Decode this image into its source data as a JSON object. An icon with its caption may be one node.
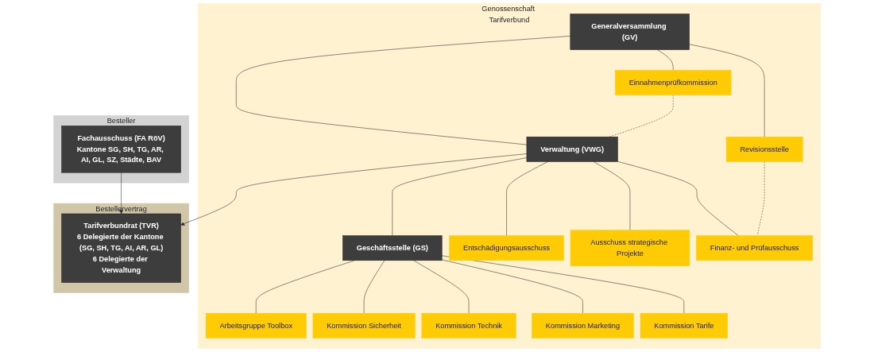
{
  "diagram": {
    "nodes": [
      {
        "text": [
          "Genossenschaft Tarifverbund"
        ]
      },
      {
        "text": [
          "Generalversammlung (GV)"
        ],
        "in": 0
      },
      {
        "text": [
          "Revisionsstelle"
        ],
        "in": 0
      },
      {
        "text": [
          "Einnahmenprüfkommission"
        ],
        "in": 0
      },
      {
        "text": [
          "Verwaltung (VWG)"
        ],
        "in": 0
      },
      {
        "text": [
          "Finanz- und Prüfausschuss"
        ],
        "in": 0
      },
      {
        "text": [
          "Ausschuss strategische Projekte"
        ],
        "in": 0
      },
      {
        "text": [
          "Entschädigungsausschuss"
        ],
        "in": 0
      },
      {
        "text": [
          "Geschäftsstelle (GS)"
        ],
        "in": 0
      },
      {
        "text": [
          "Kommission Tarife"
        ],
        "in": 0
      },
      {
        "text": [
          "Kommission Marketing"
        ],
        "in": 0
      },
      {
        "text": [
          "Kommission Technik"
        ],
        "in": 0
      },
      {
        "text": [
          "Kommission Sicherheit"
        ],
        "in": 0
      },
      {
        "text": [
          "Arbeitsgruppe Toolbox"
        ],
        "in": 0
      },
      {
        "text": [
          "Bestellervertrag"
        ]
      },
      {
        "text": [
          "Tarifverbundrat (TVR)",
          "6 Delegierte der Kantone (SG, SH, TG, AI, AR, GL)",
          "6 Delegierte der Verwaltung"
        ],
        "in": 14
      },
      {
        "text": [
          "Besteller"
        ]
      },
      {
        "text": [
          "Fachausschuss (FA RöV)",
          "Kantone SG, SH, TG, AR, AI, GL, SZ, Städte, BAV"
        ],
        "in": 16
      }
    ],
    "edges": [
      {
        "from": 1,
        "to": 2,
        "arrow": "none"
      },
      {
        "from": 1,
        "to": 3,
        "arrow": "none"
      },
      {
        "from": 1,
        "to": 4,
        "arrow": "none"
      },
      {
        "from": 4,
        "to": 5,
        "arrow": "none"
      },
      {
        "from": 4,
        "to": 6,
        "arrow": "none"
      },
      {
        "from": 4,
        "to": 7,
        "arrow": "none"
      },
      {
        "from": 4,
        "to": 8,
        "arrow": "none"
      },
      {
        "from": 8,
        "to": 9,
        "arrow": "none"
      },
      {
        "from": 8,
        "to": 10,
        "arrow": "none"
      },
      {
        "from": 8,
        "to": 11,
        "arrow": "none"
      },
      {
        "from": 8,
        "to": 12,
        "arrow": "none"
      },
      {
        "from": 8,
        "to": 13,
        "arrow": "none"
      },
      {
        "from": 2,
        "to": 5,
        "arrow": "none",
        "style": "dashed"
      },
      {
        "from": 3,
        "to": 4,
        "arrow": "none",
        "style": "dashed"
      },
      {
        "from": 4,
        "to": 15,
        "arrow": "to"
      },
      {
        "from": 17,
        "to": 15,
        "arrow": "to"
      }
    ]
  }
}
